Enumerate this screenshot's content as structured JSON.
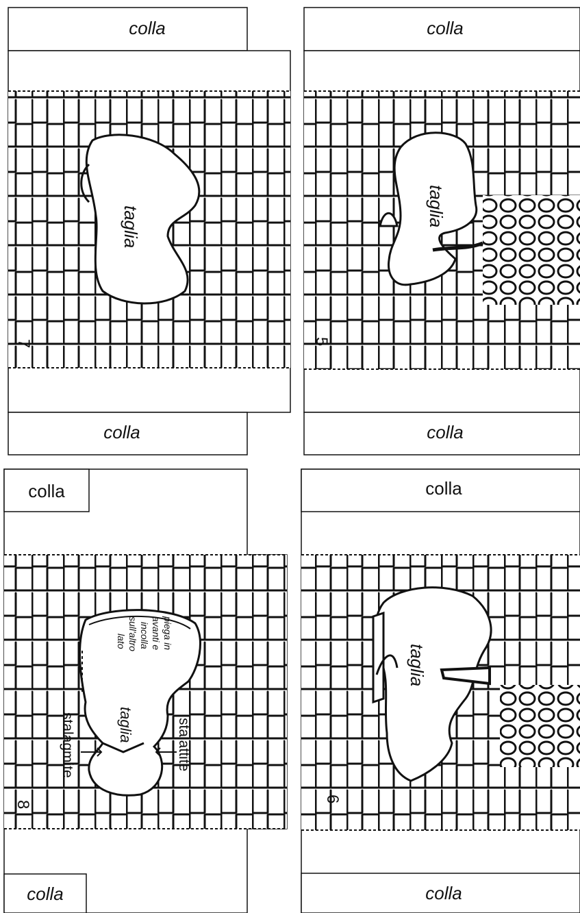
{
  "panels": {
    "p7": {
      "number": "7",
      "glue_top": "colla",
      "glue_bottom": "colla",
      "cut": "taglia"
    },
    "p5": {
      "number": "5",
      "glue_top": "colla",
      "glue_bottom": "colla",
      "cut": "taglia"
    },
    "p8": {
      "number": "8",
      "glue_top": "colla",
      "glue_bottom": "colla",
      "cut": "taglia",
      "fold_note": [
        "piega in",
        "avanti e",
        "incolla",
        "sull'altro",
        "lato"
      ],
      "left_label": "stalagmite",
      "right_label": "stalattite"
    },
    "p6": {
      "number": "6",
      "glue_top": "colla",
      "glue_bottom": "colla",
      "cut": "taglia"
    }
  },
  "colors": {
    "line": "#111111",
    "paper": "#ffffff"
  }
}
